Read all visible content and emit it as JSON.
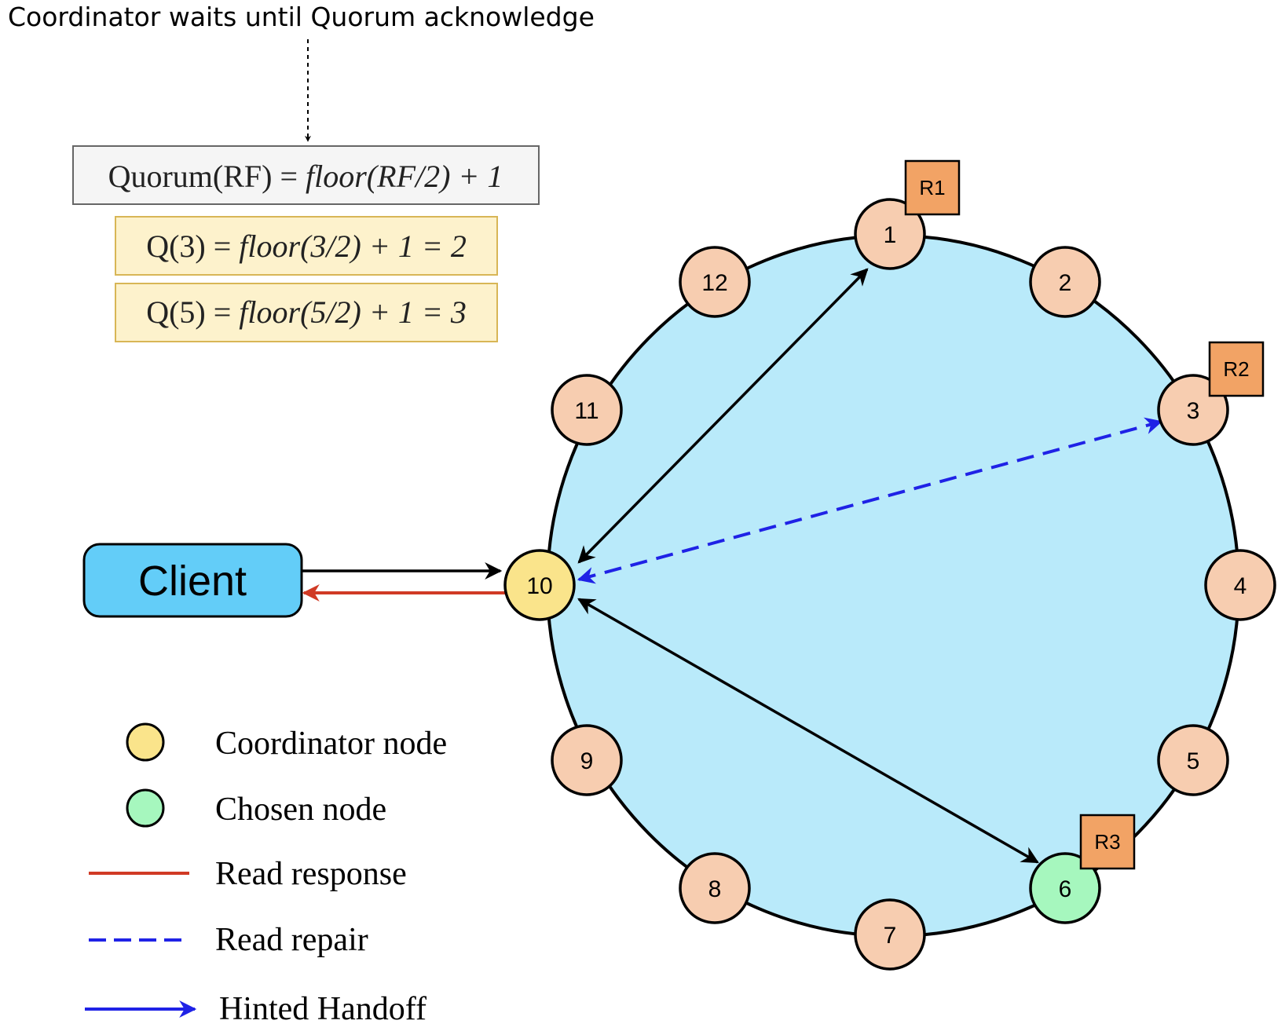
{
  "annotation": {
    "text": "Coordinator waits until Quorum acknowledge"
  },
  "formulas": {
    "general": {
      "prefix": "Quorum(RF) = ",
      "expr": "floor(RF/2) + 1"
    },
    "q3": {
      "prefix": "Q(3) = ",
      "expr": "floor(3/2) + 1 = 2"
    },
    "q5": {
      "prefix": "Q(5) = ",
      "expr": "floor(5/2) + 1 = 3"
    }
  },
  "client": {
    "label": "Client"
  },
  "ring": {
    "nodes": [
      {
        "id": "1",
        "label": "1",
        "role": "normal"
      },
      {
        "id": "2",
        "label": "2",
        "role": "normal"
      },
      {
        "id": "3",
        "label": "3",
        "role": "normal"
      },
      {
        "id": "4",
        "label": "4",
        "role": "normal"
      },
      {
        "id": "5",
        "label": "5",
        "role": "normal"
      },
      {
        "id": "6",
        "label": "6",
        "role": "chosen"
      },
      {
        "id": "7",
        "label": "7",
        "role": "normal"
      },
      {
        "id": "8",
        "label": "8",
        "role": "normal"
      },
      {
        "id": "9",
        "label": "9",
        "role": "normal"
      },
      {
        "id": "10",
        "label": "10",
        "role": "coordinator"
      },
      {
        "id": "11",
        "label": "11",
        "role": "normal"
      },
      {
        "id": "12",
        "label": "12",
        "role": "normal"
      }
    ],
    "replicas": [
      {
        "label": "R1",
        "node": "1"
      },
      {
        "label": "R2",
        "node": "3"
      },
      {
        "label": "R3",
        "node": "6"
      }
    ]
  },
  "legend": {
    "coordinator": "Coordinator node",
    "chosen": "Chosen node",
    "read_response": "Read response",
    "read_repair": "Read repair",
    "hinted_handoff": "Hinted Handoff"
  },
  "colors": {
    "ring_fill": "#b9eafa",
    "node_fill": "#f7cdb0",
    "coordinator_fill": "#fae48b",
    "chosen_fill": "#a6f7be",
    "replica_fill": "#f2a365",
    "client_fill": "#63cdf8",
    "formula_box_fill": "#f5f5f5",
    "formula_highlight_fill": "#fdf2cc",
    "formula_highlight_border": "#d8b656",
    "read_response": "#d03a25",
    "read_repair": "#1f22e6",
    "hinted_handoff": "#1f22e6",
    "arrow": "#000000"
  }
}
